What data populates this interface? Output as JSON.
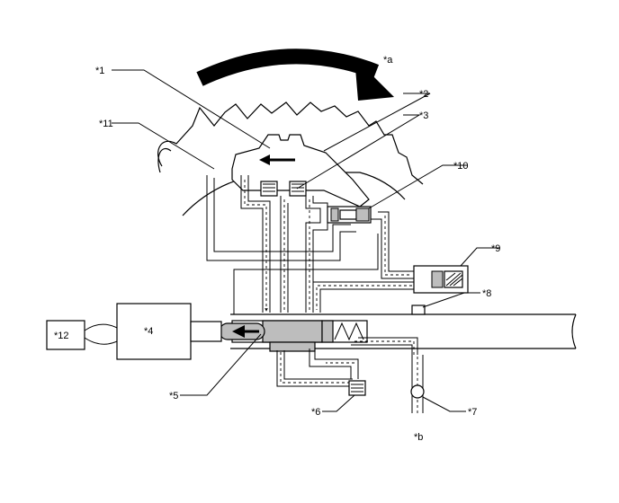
{
  "labels": {
    "l1": "*1",
    "l2": "*2",
    "l3": "*3",
    "l4": "*4",
    "l5": "*5",
    "l6": "*6",
    "l7": "*7",
    "l8": "*8",
    "l9": "*9",
    "l10": "*10",
    "l11": "*11",
    "l12": "*12",
    "la": "*a",
    "lb": "*b"
  },
  "colors": {
    "line": "#000000",
    "background": "#ffffff",
    "spool_fill": "#bdbdbd"
  }
}
